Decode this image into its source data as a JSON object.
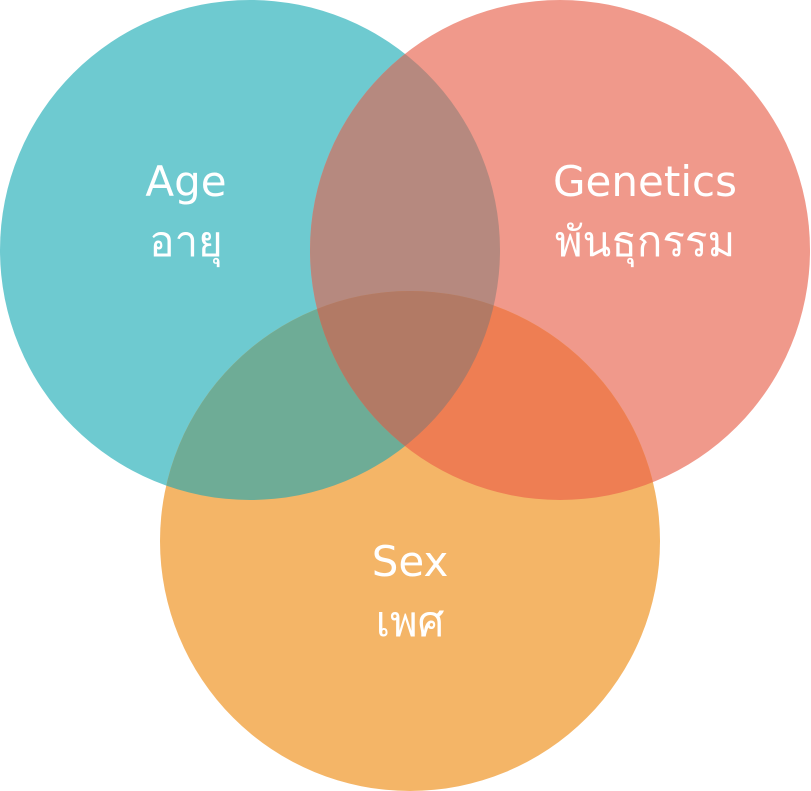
{
  "diagram": {
    "type": "venn",
    "sets": [
      {
        "id": "age",
        "label_en": "Age",
        "label_th": "อายุ",
        "color": "#6ECAD0"
      },
      {
        "id": "genetics",
        "label_en": "Genetics",
        "label_th": "พันธุกรรม",
        "color": "#F0998B"
      },
      {
        "id": "sex",
        "label_en": "Sex",
        "label_th": "เพศ",
        "color": "#F4B567"
      }
    ],
    "overlap_colors": {
      "age_genetics": "#B6897F",
      "age_sex": "#6EAC96",
      "genetics_sex": "#EE7E53",
      "all": "#B27A65"
    },
    "label_color": "#FFFFFF"
  }
}
